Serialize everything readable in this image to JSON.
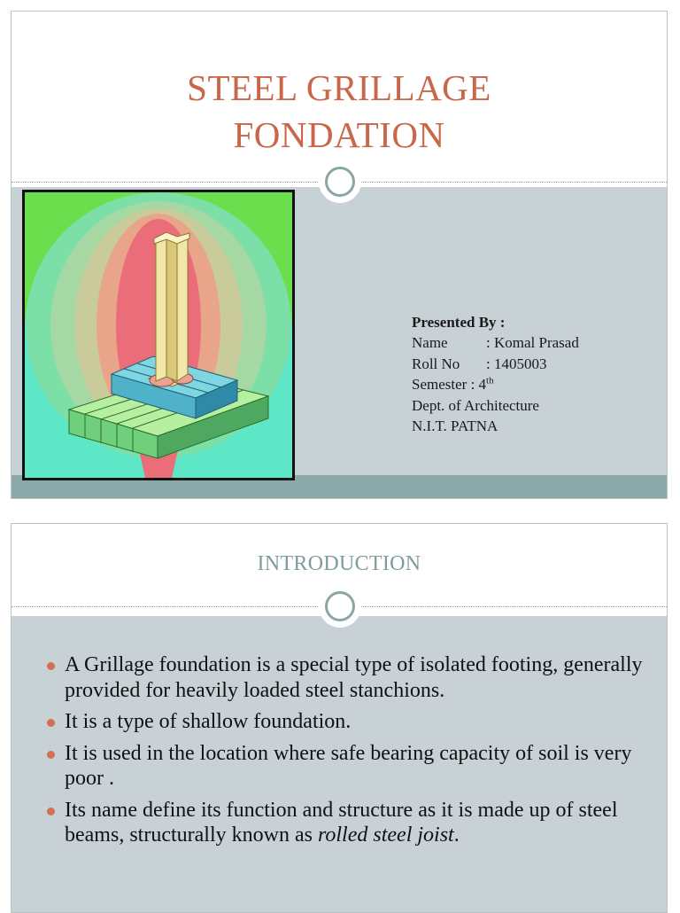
{
  "slide1": {
    "title_line1": "STEEL GRILLAGE",
    "title_line2": "FONDATION",
    "presenter": {
      "heading": "Presented By :",
      "name_label": "Name",
      "name_value": ": Komal Prasad",
      "roll_label": "Roll No",
      "roll_value": ": 1405003",
      "semester_label": "Semester : 4",
      "semester_suffix": "th",
      "dept": "Dept. of Architecture",
      "institute": "N.I.T. PATNA"
    }
  },
  "slide2": {
    "title": "INTRODUCTION",
    "bullets": [
      {
        "text": "A Grillage foundation is a special type of isolated footing, generally provided for heavily loaded steel stanchions."
      },
      {
        "text": "It is a type of shallow foundation."
      },
      {
        "text": "It is used in the location where safe bearing capacity of soil is very poor ."
      },
      {
        "text_before": "Its name define its function and structure as it is made up of steel beams, structurally known as ",
        "text_italic": "rolled steel joist",
        "text_after": "."
      }
    ]
  },
  "colors": {
    "title": "#c8674a",
    "intro_title": "#7f9c9c",
    "body_band": "#c8d1d5",
    "footer_band": "#8ba9a9",
    "bullet": "#d2704f"
  }
}
